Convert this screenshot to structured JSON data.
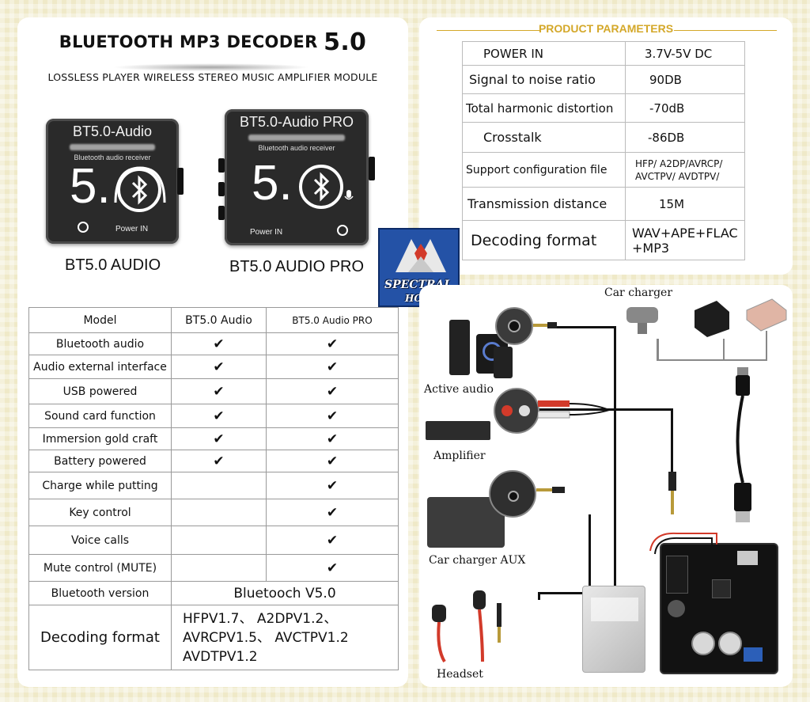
{
  "header": {
    "title": "BLUETOOTH  MP3 DECODER",
    "version": "5.0",
    "subtitle": "LOSSLESS PLAYER WIRELESS STEREO MUSIC AMPLIFIER MODULE"
  },
  "modules": {
    "audio": {
      "screen_title": "BT5.0-Audio",
      "receiver": "Bluetooth audio receiver",
      "big": "5.",
      "power": "Power IN",
      "label": "BT5.0 AUDIO"
    },
    "pro": {
      "screen_title": "BT5.0-Audio PRO",
      "receiver": "Bluetooth audio receiver",
      "big": "5.",
      "power": "Power IN",
      "label": "BT5.0 AUDIO PRO"
    }
  },
  "comparison": {
    "headers": [
      "Model",
      "BT5.0 Audio",
      "BT5.0 Audio PRO"
    ],
    "rows": [
      {
        "feature": "Bluetooth audio",
        "a": "✔",
        "b": "✔"
      },
      {
        "feature": "Audio external interface",
        "a": "✔",
        "b": "✔"
      },
      {
        "feature": "USB powered",
        "a": "✔",
        "b": "✔"
      },
      {
        "feature": "Sound card function",
        "a": "✔",
        "b": "✔"
      },
      {
        "feature": "Immersion gold craft",
        "a": "✔",
        "b": "✔"
      },
      {
        "feature": "Battery powered",
        "a": "✔",
        "b": "✔"
      },
      {
        "feature": "Charge while putting",
        "a": "",
        "b": "✔"
      },
      {
        "feature": "Key control",
        "a": "",
        "b": "✔"
      },
      {
        "feature": "Voice calls",
        "a": "",
        "b": "✔"
      },
      {
        "feature": "Mute control (MUTE)",
        "a": "",
        "b": "✔"
      }
    ],
    "bt_version": {
      "feature": "Bluetooth version",
      "value": "Bluetooch V5.0"
    },
    "decoding": {
      "feature": "Decoding format",
      "lines": [
        "HFPV1.7、 A2DPV1.2、",
        "AVRCPV1.5、 AVCTPV1.2",
        "AVDTPV1.2"
      ]
    }
  },
  "parameters": {
    "title": "PRODUCT PARAMETERS",
    "rows": [
      {
        "name": "POWER IN",
        "value": "3.7V-5V DC"
      },
      {
        "name": "Signal to noise ratio",
        "value": "90DB"
      },
      {
        "name": "Total harmonic distortion",
        "value": "-70dB"
      },
      {
        "name": "Crosstalk",
        "value": "-86DB"
      },
      {
        "name": "Support configuration file",
        "value": "HFP/ A2DP/AVRCP/ AVCTPV/ AVDTPV/"
      },
      {
        "name": "Transmission distance",
        "value": "15M"
      },
      {
        "name": "Decoding format",
        "value": "WAV+APE+FLAC +MP3"
      }
    ]
  },
  "logo": {
    "line1": "SPECTRAL",
    "line2": "HOBBY"
  },
  "wiring": {
    "car_charger": "Car charger",
    "active_audio": "Active audio",
    "amplifier": "Amplifier",
    "car_aux": "Car charger AUX",
    "headset": "Headset"
  }
}
